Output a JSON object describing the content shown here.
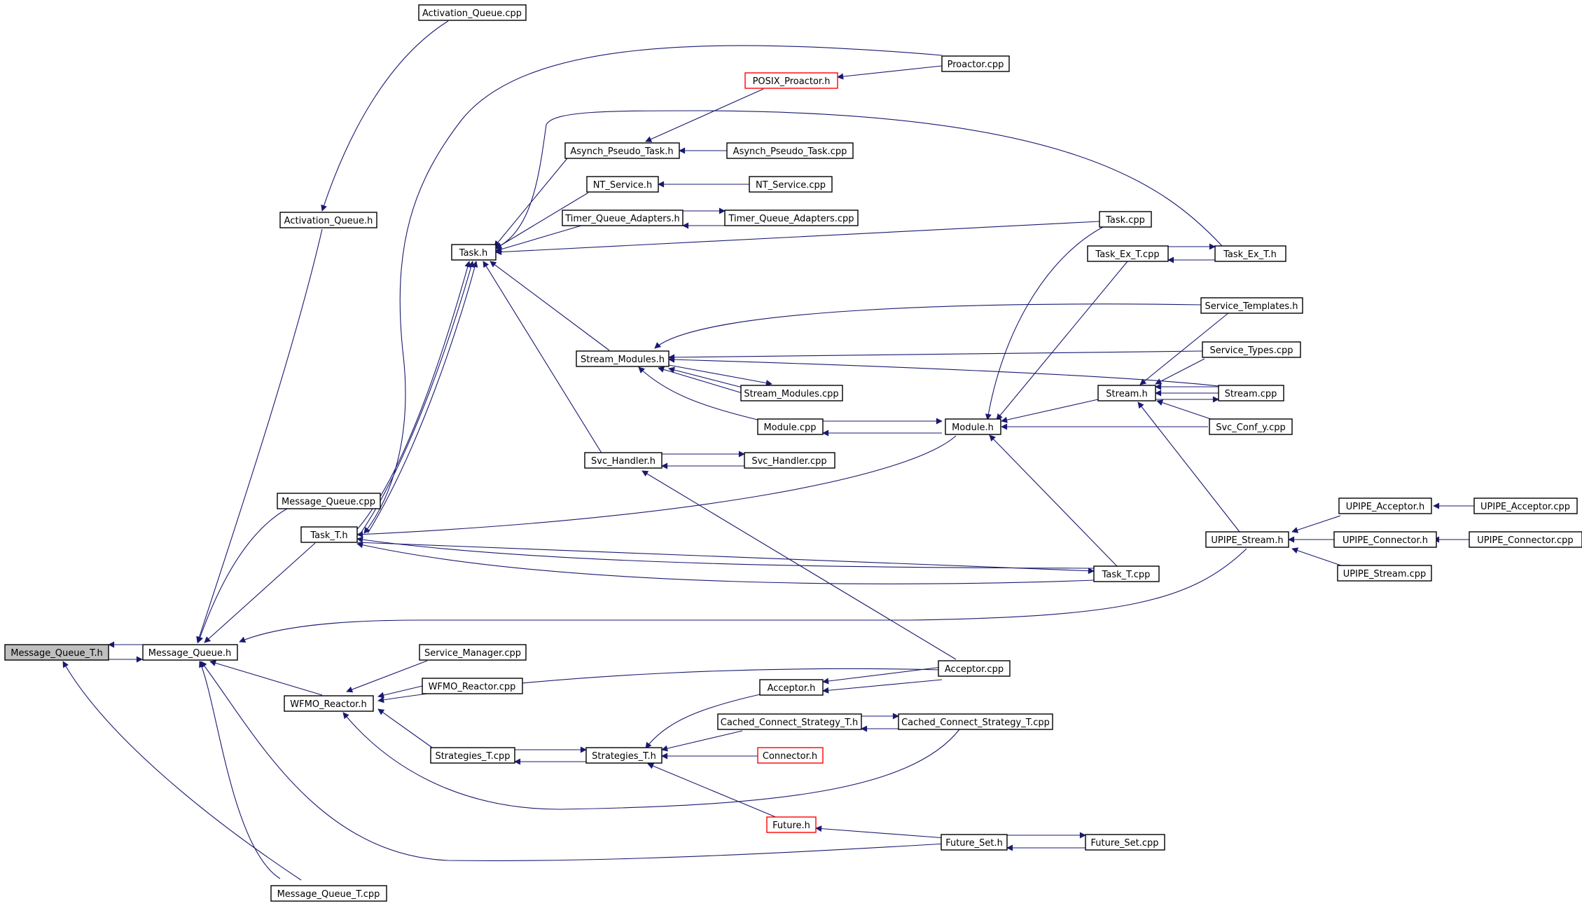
{
  "colors": {
    "edge": "#191970",
    "root_fill": "#bfbfbf",
    "red_border": "#ff0000"
  },
  "nodes": [
    {
      "id": "message_queue_t_h",
      "label": "Message_Queue_T.h",
      "style": "root"
    },
    {
      "id": "message_queue_h",
      "label": "Message_Queue.h"
    },
    {
      "id": "activation_queue_cpp",
      "label": "Activation_Queue.cpp"
    },
    {
      "id": "activation_queue_h",
      "label": "Activation_Queue.h"
    },
    {
      "id": "proactor_cpp",
      "label": "Proactor.cpp"
    },
    {
      "id": "posix_proactor_h",
      "label": "POSIX_Proactor.h",
      "style": "red"
    },
    {
      "id": "asynch_pseudo_task_h",
      "label": "Asynch_Pseudo_Task.h"
    },
    {
      "id": "asynch_pseudo_task_cpp",
      "label": "Asynch_Pseudo_Task.cpp"
    },
    {
      "id": "nt_service_h",
      "label": "NT_Service.h"
    },
    {
      "id": "nt_service_cpp",
      "label": "NT_Service.cpp"
    },
    {
      "id": "timer_queue_adapters_h",
      "label": "Timer_Queue_Adapters.h"
    },
    {
      "id": "timer_queue_adapters_cpp",
      "label": "Timer_Queue_Adapters.cpp"
    },
    {
      "id": "task_h",
      "label": "Task.h"
    },
    {
      "id": "task_cpp",
      "label": "Task.cpp"
    },
    {
      "id": "task_ex_t_cpp",
      "label": "Task_Ex_T.cpp"
    },
    {
      "id": "task_ex_t_h",
      "label": "Task_Ex_T.h"
    },
    {
      "id": "service_templates_h",
      "label": "Service_Templates.h"
    },
    {
      "id": "stream_modules_h",
      "label": "Stream_Modules.h"
    },
    {
      "id": "service_types_cpp",
      "label": "Service_Types.cpp"
    },
    {
      "id": "stream_h",
      "label": "Stream.h"
    },
    {
      "id": "stream_cpp",
      "label": "Stream.cpp"
    },
    {
      "id": "stream_modules_cpp",
      "label": "Stream_Modules.cpp"
    },
    {
      "id": "module_cpp",
      "label": "Module.cpp"
    },
    {
      "id": "module_h",
      "label": "Module.h"
    },
    {
      "id": "svc_conf_y_cpp",
      "label": "Svc_Conf_y.cpp"
    },
    {
      "id": "svc_handler_h",
      "label": "Svc_Handler.h"
    },
    {
      "id": "svc_handler_cpp",
      "label": "Svc_Handler.cpp"
    },
    {
      "id": "upipe_acceptor_h",
      "label": "UPIPE_Acceptor.h"
    },
    {
      "id": "upipe_acceptor_cpp",
      "label": "UPIPE_Acceptor.cpp"
    },
    {
      "id": "message_queue_cpp",
      "label": "Message_Queue.cpp"
    },
    {
      "id": "upipe_stream_h",
      "label": "UPIPE_Stream.h"
    },
    {
      "id": "upipe_connector_h",
      "label": "UPIPE_Connector.h"
    },
    {
      "id": "upipe_connector_cpp",
      "label": "UPIPE_Connector.cpp"
    },
    {
      "id": "task_t_h",
      "label": "Task_T.h"
    },
    {
      "id": "task_t_cpp",
      "label": "Task_T.cpp"
    },
    {
      "id": "upipe_stream_cpp",
      "label": "UPIPE_Stream.cpp"
    },
    {
      "id": "service_manager_cpp",
      "label": "Service_Manager.cpp"
    },
    {
      "id": "acceptor_cpp",
      "label": "Acceptor.cpp"
    },
    {
      "id": "wfmo_reactor_cpp",
      "label": "WFMO_Reactor.cpp"
    },
    {
      "id": "acceptor_h",
      "label": "Acceptor.h"
    },
    {
      "id": "wfmo_reactor_h",
      "label": "WFMO_Reactor.h"
    },
    {
      "id": "cached_connect_strategy_t_h",
      "label": "Cached_Connect_Strategy_T.h"
    },
    {
      "id": "cached_connect_strategy_t_cpp",
      "label": "Cached_Connect_Strategy_T.cpp"
    },
    {
      "id": "strategies_t_cpp",
      "label": "Strategies_T.cpp"
    },
    {
      "id": "strategies_t_h",
      "label": "Strategies_T.h"
    },
    {
      "id": "connector_h",
      "label": "Connector.h",
      "style": "red"
    },
    {
      "id": "future_h",
      "label": "Future.h",
      "style": "red"
    },
    {
      "id": "future_set_h",
      "label": "Future_Set.h"
    },
    {
      "id": "future_set_cpp",
      "label": "Future_Set.cpp"
    },
    {
      "id": "message_queue_t_cpp",
      "label": "Message_Queue_T.cpp"
    }
  ]
}
